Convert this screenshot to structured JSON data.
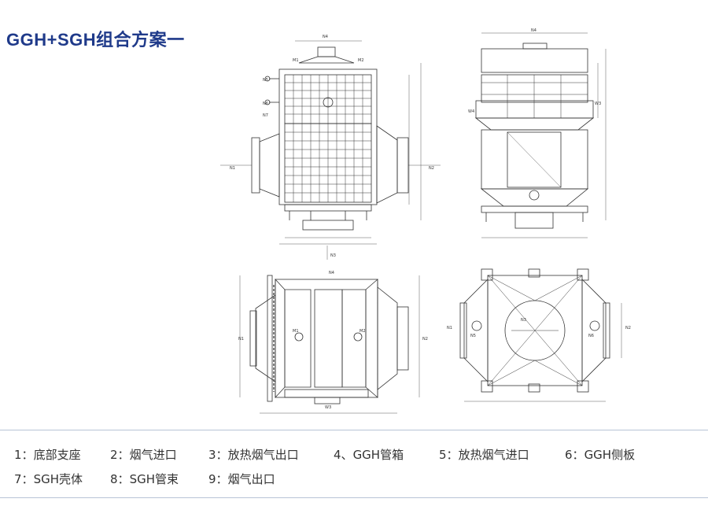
{
  "title": "GGH+SGH组合方案一",
  "legend": [
    {
      "n": "1",
      "label": "底部支座"
    },
    {
      "n": "2",
      "label": "烟气进口"
    },
    {
      "n": "3",
      "label": "放热烟气出口"
    },
    {
      "n": "4",
      "label": "GGH管箱"
    },
    {
      "n": "5",
      "label": "放热烟气进口"
    },
    {
      "n": "6",
      "label": "GGH侧板"
    },
    {
      "n": "7",
      "label": "SGH壳体"
    },
    {
      "n": "8",
      "label": "SGH管束"
    },
    {
      "n": "9",
      "label": "烟气出口"
    }
  ],
  "legend_sep_colon": "：",
  "legend_sep_dot": "、",
  "drawing_labels": {
    "n1": "N1",
    "n2": "N2",
    "n3": "N3",
    "n4": "N4",
    "n5": "N5",
    "n6": "N6",
    "n7": "N7",
    "m1": "M1",
    "m2": "M2",
    "w3": "W3",
    "w4": "W4"
  }
}
